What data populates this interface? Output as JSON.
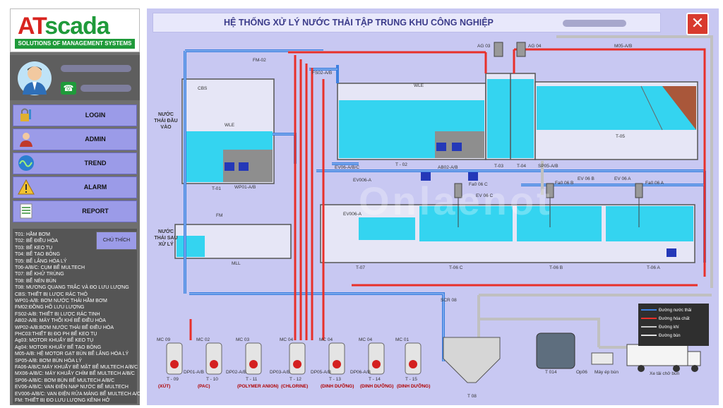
{
  "logo": {
    "brand_a": "AT",
    "brand_b": "scada",
    "tagline": "SOLUTIONS OF MANAGEMENT SYSTEMS"
  },
  "menu": [
    {
      "label": "LOGIN",
      "icon": "lock-key-icon"
    },
    {
      "label": "ADMIN",
      "icon": "user-icon"
    },
    {
      "label": "TREND",
      "icon": "trend-wave-icon"
    },
    {
      "label": "ALARM",
      "icon": "warning-icon"
    },
    {
      "label": "REPORT",
      "icon": "report-icon"
    }
  ],
  "legend_button": "CHÚ THÍCH",
  "legend": [
    "T01: HẦM BƠM",
    "T02: BỂ ĐIỀU HÒA",
    "T03: BỂ KEO TỤ",
    "T04: BỂ TẠO BÔNG",
    "T05: BỂ LẮNG HÓA LÝ",
    "T06-A/B/C: CỤM BỂ MULTECH",
    "T07: BỂ KHỬ TRÙNG",
    "T08: BỂ NÉN BÙN",
    "T08: MƯƠNG QUANG TRẮC VÀ ĐO LƯU LƯỢNG",
    "CBS: THIẾT BỊ LƯỢC RÁC THÔ",
    "WP01-A/B: BƠM NƯỚC THẢI HẦM BƠM",
    "FM02:ĐỒNG HỒ LƯU LƯỢNG",
    "FS02-A/B: THIẾT BỊ LƯỢC RÁC TINH",
    "AB02-A/B: MÁY THỔI KHÍ BỂ ĐIỀU HÒA",
    "WP02-A/B:BƠM NƯỚC THẢI BỂ ĐIỀU HÒA",
    "PHC03:THIẾT BỊ ĐO PH BỂ KEO TỤ",
    "Ag03: MOTOR KHUẤY BỂ KEO TỤ",
    "Ag04: MOTOR KHUẤY BỂ TẠO BÔNG",
    "M05-A/B: HỆ MOTOR GẠT BÙN BỂ LẮNG HÓA LÝ",
    "SP05-A/B: BƠM BÙN HÓA LÝ",
    "FA06-A/B/C:MÁY KHUẤY BỀ MẶT BỂ MULTECH A/B/C",
    "MX06-A/B/C: MÁY KHUẤY CHÌM BỂ MULTECH A/B/C",
    "SP06-A/B/C: BƠM BÙN BỂ MULTECH A/B/C",
    "EV06-A/B/C: VAN ĐIỆN NẠP NƯỚC BỂ MULTECH",
    "EV006-A/B/C: VAN ĐIỆN RỬA MÀNG BỂ MULTECH A/C",
    "FM: THIẾT BỊ ĐO LƯU LƯỢNG KÊNH HỞ"
  ],
  "title": "HỆ THỐNG XỬ LÝ NƯỚC THẢI TẬP TRUNG KHU CÔNG NGHIỆP",
  "close_label": "✕",
  "watermark": "Onlaenot",
  "inlet_labels": {
    "in": "NƯỚC THẢI ĐẦU VÀO",
    "out": "NƯỚC THẢI SAU XỬ LÝ"
  },
  "equipment_labels": {
    "cbs": "CBS",
    "fm02": "FM-02",
    "fs02": "FS02-A/B",
    "wle1": "WLE",
    "wle2": "WLE",
    "ag03": "AG 03",
    "ag04": "AG 04",
    "m05": "M05-A/B",
    "t01": "T-01",
    "wp01": "WP01-A/B",
    "t02": "T - 02",
    "ab02": "AB02-A/B",
    "t03": "T-03",
    "t04": "T-04",
    "sp05": "SP05-A/B",
    "t05": "T-05",
    "ev06": "EV06-A/B/C",
    "ev006": "EV006-A",
    "ev006b": "EV006-A",
    "fa06a": "Fa0 06 A",
    "fa06b": "Fa0 06 B",
    "fa06c": "Fa0 06 C",
    "ev06b": "EV 06 B",
    "ev06c": "EV 06 C",
    "ev06a": "EV 06 A",
    "fm": "FM",
    "mll": "MLL",
    "t07": "T-07",
    "t06c": "T-06 C",
    "t06b": "T-06 B",
    "t06a": "T-06 A",
    "scr08": "SCR 08",
    "t08": "T 08",
    "t014": "T 014",
    "op06": "Op06",
    "may_ep": "Máy ép bùn",
    "truck": "Xe tải chở bùn"
  },
  "dosing": [
    {
      "mc": "MC 09",
      "tank": "T - 09",
      "chem": "(XÚT)"
    },
    {
      "mc": "MC 02",
      "tank": "T - 10",
      "chem": "(PAC)"
    },
    {
      "mc": "MC 03",
      "tank": "T - 11",
      "chem": "(POLYMER ANION)"
    },
    {
      "mc": "MC 04",
      "tank": "T - 12",
      "chem": "(CHLORINE)"
    },
    {
      "mc": "MC 04",
      "tank": "T - 13",
      "chem": "(DINH DƯỠNG)"
    },
    {
      "mc": "MC 04",
      "tank": "T - 14",
      "chem": "(DINH DƯỠNG)"
    },
    {
      "mc": "MC 01",
      "tank": "T - 15",
      "chem": "(DINH DƯỠNG)"
    }
  ],
  "dp_labels": [
    "DP01-A/B",
    "DP02-A/B",
    "DP03-A/B",
    "DP05-A/B",
    "DP06-A/B"
  ],
  "flow_legend": [
    {
      "label": "Đường nước thải",
      "color": "#3d7fe0"
    },
    {
      "label": "Đường hóa chất",
      "color": "#e8302a"
    },
    {
      "label": "Đường khí",
      "color": "#c8c8c8"
    },
    {
      "label": "Đường bùn",
      "color": "#e0e0e0"
    }
  ],
  "colors": {
    "water": "#2fd3f0",
    "pipe_water": "#3d7fe0",
    "pipe_chem": "#e8302a",
    "pipe_air": "#c0c0c0",
    "panel": "#c8c8f2",
    "menu": "#9b9be8"
  }
}
